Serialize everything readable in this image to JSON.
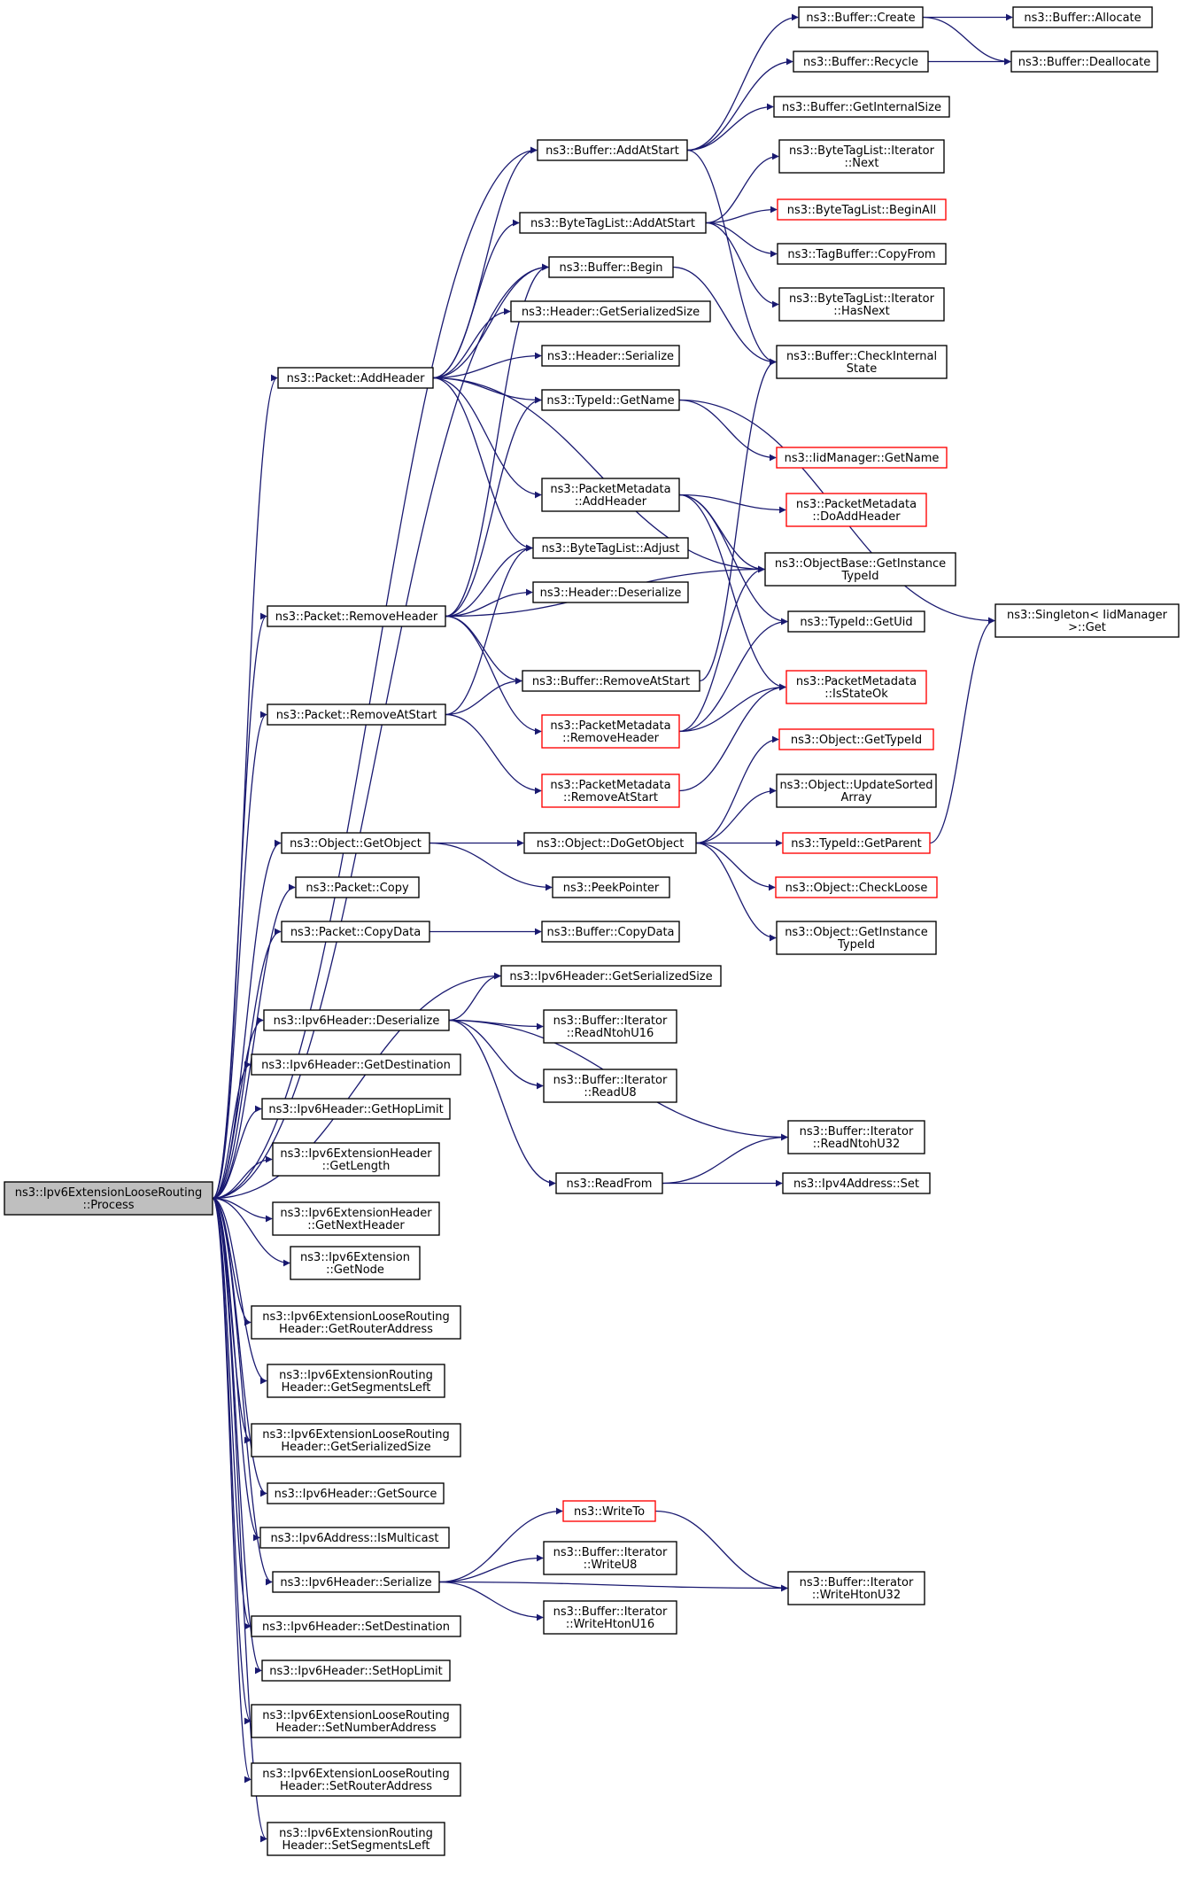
{
  "colors": {
    "edge": "#191970",
    "node_border": "#000000",
    "node_fill": "#ffffff",
    "root_fill": "#bfbfbf",
    "truncated_border": "#ff0000",
    "text": "#000000"
  },
  "root": "root",
  "nodes": [
    {
      "id": "root",
      "lines": [
        "ns3::Ipv6ExtensionLooseRouting",
        "::Process"
      ],
      "style": "root"
    },
    {
      "id": "buffer_create",
      "lines": [
        "ns3::Buffer::Create"
      ],
      "style": "normal"
    },
    {
      "id": "buffer_allocate",
      "lines": [
        "ns3::Buffer::Allocate"
      ],
      "style": "normal"
    },
    {
      "id": "buffer_recycle",
      "lines": [
        "ns3::Buffer::Recycle"
      ],
      "style": "normal"
    },
    {
      "id": "buffer_deallocate",
      "lines": [
        "ns3::Buffer::Deallocate"
      ],
      "style": "normal"
    },
    {
      "id": "buffer_getinternalsize",
      "lines": [
        "ns3::Buffer::GetInternalSize"
      ],
      "style": "normal"
    },
    {
      "id": "buffer_addatstart",
      "lines": [
        "ns3::Buffer::AddAtStart"
      ],
      "style": "normal"
    },
    {
      "id": "btl_iter_next",
      "lines": [
        "ns3::ByteTagList::Iterator",
        "::Next"
      ],
      "style": "normal"
    },
    {
      "id": "btl_beginall",
      "lines": [
        "ns3::ByteTagList::BeginAll"
      ],
      "style": "truncated"
    },
    {
      "id": "btl_addatstart",
      "lines": [
        "ns3::ByteTagList::AddAtStart"
      ],
      "style": "normal"
    },
    {
      "id": "tagbuffer_copyfrom",
      "lines": [
        "ns3::TagBuffer::CopyFrom"
      ],
      "style": "normal"
    },
    {
      "id": "buffer_begin",
      "lines": [
        "ns3::Buffer::Begin"
      ],
      "style": "normal"
    },
    {
      "id": "btl_iter_hasnext",
      "lines": [
        "ns3::ByteTagList::Iterator",
        "::HasNext"
      ],
      "style": "normal"
    },
    {
      "id": "header_getserializedsize",
      "lines": [
        "ns3::Header::GetSerializedSize"
      ],
      "style": "normal"
    },
    {
      "id": "buffer_checkinternalstate",
      "lines": [
        "ns3::Buffer::CheckInternal",
        "State"
      ],
      "style": "normal"
    },
    {
      "id": "header_serialize",
      "lines": [
        "ns3::Header::Serialize"
      ],
      "style": "normal"
    },
    {
      "id": "packet_addheader",
      "lines": [
        "ns3::Packet::AddHeader"
      ],
      "style": "normal"
    },
    {
      "id": "typeid_getname",
      "lines": [
        "ns3::TypeId::GetName"
      ],
      "style": "normal"
    },
    {
      "id": "iidmanager_getname",
      "lines": [
        "ns3::IidManager::GetName"
      ],
      "style": "truncated"
    },
    {
      "id": "pm_addheader",
      "lines": [
        "ns3::PacketMetadata",
        "::AddHeader"
      ],
      "style": "normal"
    },
    {
      "id": "pm_doaddheader",
      "lines": [
        "ns3::PacketMetadata",
        "::DoAddHeader"
      ],
      "style": "truncated"
    },
    {
      "id": "btl_adjust",
      "lines": [
        "ns3::ByteTagList::Adjust"
      ],
      "style": "normal"
    },
    {
      "id": "objectbase_getinstancetypeid",
      "lines": [
        "ns3::ObjectBase::GetInstance",
        "TypeId"
      ],
      "style": "normal"
    },
    {
      "id": "header_deserialize",
      "lines": [
        "ns3::Header::Deserialize"
      ],
      "style": "normal"
    },
    {
      "id": "packet_removeheader",
      "lines": [
        "ns3::Packet::RemoveHeader"
      ],
      "style": "normal"
    },
    {
      "id": "typeid_getuid",
      "lines": [
        "ns3::TypeId::GetUid"
      ],
      "style": "normal"
    },
    {
      "id": "singleton_get",
      "lines": [
        "ns3::Singleton< IidManager",
        ">::Get"
      ],
      "style": "normal"
    },
    {
      "id": "buffer_removeatstart",
      "lines": [
        "ns3::Buffer::RemoveAtStart"
      ],
      "style": "normal"
    },
    {
      "id": "pm_isstateok",
      "lines": [
        "ns3::PacketMetadata",
        "::IsStateOk"
      ],
      "style": "truncated"
    },
    {
      "id": "packet_removeatstart",
      "lines": [
        "ns3::Packet::RemoveAtStart"
      ],
      "style": "normal"
    },
    {
      "id": "pm_removeheader",
      "lines": [
        "ns3::PacketMetadata",
        "::RemoveHeader"
      ],
      "style": "truncated"
    },
    {
      "id": "object_gettypeid",
      "lines": [
        "ns3::Object::GetTypeId"
      ],
      "style": "truncated"
    },
    {
      "id": "pm_removeatstart",
      "lines": [
        "ns3::PacketMetadata",
        "::RemoveAtStart"
      ],
      "style": "truncated"
    },
    {
      "id": "object_updatesortedarray",
      "lines": [
        "ns3::Object::UpdateSorted",
        "Array"
      ],
      "style": "normal"
    },
    {
      "id": "object_getobject",
      "lines": [
        "ns3::Object::GetObject"
      ],
      "style": "normal"
    },
    {
      "id": "object_dogetobject",
      "lines": [
        "ns3::Object::DoGetObject"
      ],
      "style": "normal"
    },
    {
      "id": "typeid_getparent",
      "lines": [
        "ns3::TypeId::GetParent"
      ],
      "style": "truncated"
    },
    {
      "id": "packet_copy",
      "lines": [
        "ns3::Packet::Copy"
      ],
      "style": "normal"
    },
    {
      "id": "peekpointer",
      "lines": [
        "ns3::PeekPointer"
      ],
      "style": "normal"
    },
    {
      "id": "object_checkloose",
      "lines": [
        "ns3::Object::CheckLoose"
      ],
      "style": "truncated"
    },
    {
      "id": "object_getinstancetypeid",
      "lines": [
        "ns3::Object::GetInstance",
        "TypeId"
      ],
      "style": "normal"
    },
    {
      "id": "packet_copydata",
      "lines": [
        "ns3::Packet::CopyData"
      ],
      "style": "normal"
    },
    {
      "id": "buffer_copydata",
      "lines": [
        "ns3::Buffer::CopyData"
      ],
      "style": "normal"
    },
    {
      "id": "ipv6header_getserializedsize",
      "lines": [
        "ns3::Ipv6Header::GetSerializedSize"
      ],
      "style": "normal"
    },
    {
      "id": "ipv6header_deserialize",
      "lines": [
        "ns3::Ipv6Header::Deserialize"
      ],
      "style": "normal"
    },
    {
      "id": "buf_iter_readntohu16",
      "lines": [
        "ns3::Buffer::Iterator",
        "::ReadNtohU16"
      ],
      "style": "normal"
    },
    {
      "id": "ipv6header_getdestination",
      "lines": [
        "ns3::Ipv6Header::GetDestination"
      ],
      "style": "normal"
    },
    {
      "id": "buf_iter_readu8",
      "lines": [
        "ns3::Buffer::Iterator",
        "::ReadU8"
      ],
      "style": "normal"
    },
    {
      "id": "ipv6header_gethoplimit",
      "lines": [
        "ns3::Ipv6Header::GetHopLimit"
      ],
      "style": "normal"
    },
    {
      "id": "buf_iter_readntohu32",
      "lines": [
        "ns3::Buffer::Iterator",
        "::ReadNtohU32"
      ],
      "style": "normal"
    },
    {
      "id": "ipv6exthdr_getlength",
      "lines": [
        "ns3::Ipv6ExtensionHeader",
        "::GetLength"
      ],
      "style": "normal"
    },
    {
      "id": "readfrom",
      "lines": [
        "ns3::ReadFrom"
      ],
      "style": "normal"
    },
    {
      "id": "ipv4address_set",
      "lines": [
        "ns3::Ipv4Address::Set"
      ],
      "style": "normal"
    },
    {
      "id": "ipv6exthdr_getnextheader",
      "lines": [
        "ns3::Ipv6ExtensionHeader",
        "::GetNextHeader"
      ],
      "style": "normal"
    },
    {
      "id": "ipv6ext_getnode",
      "lines": [
        "ns3::Ipv6Extension",
        "::GetNode"
      ],
      "style": "normal"
    },
    {
      "id": "lrh_getrouteraddress",
      "lines": [
        "ns3::Ipv6ExtensionLooseRouting",
        "Header::GetRouterAddress"
      ],
      "style": "normal"
    },
    {
      "id": "rh_getsegmentsleft",
      "lines": [
        "ns3::Ipv6ExtensionRouting",
        "Header::GetSegmentsLeft"
      ],
      "style": "normal"
    },
    {
      "id": "lrh_getserializedsize",
      "lines": [
        "ns3::Ipv6ExtensionLooseRouting",
        "Header::GetSerializedSize"
      ],
      "style": "normal"
    },
    {
      "id": "ipv6header_getsource",
      "lines": [
        "ns3::Ipv6Header::GetSource"
      ],
      "style": "normal"
    },
    {
      "id": "ipv6address_ismulticast",
      "lines": [
        "ns3::Ipv6Address::IsMulticast"
      ],
      "style": "normal"
    },
    {
      "id": "writeto",
      "lines": [
        "ns3::WriteTo"
      ],
      "style": "truncated"
    },
    {
      "id": "buf_iter_writeu8",
      "lines": [
        "ns3::Buffer::Iterator",
        "::WriteU8"
      ],
      "style": "normal"
    },
    {
      "id": "buf_iter_writehtonu32",
      "lines": [
        "ns3::Buffer::Iterator",
        "::WriteHtonU32"
      ],
      "style": "normal"
    },
    {
      "id": "ipv6header_serialize",
      "lines": [
        "ns3::Ipv6Header::Serialize"
      ],
      "style": "normal"
    },
    {
      "id": "buf_iter_writehtonu16",
      "lines": [
        "ns3::Buffer::Iterator",
        "::WriteHtonU16"
      ],
      "style": "normal"
    },
    {
      "id": "ipv6header_setdestination",
      "lines": [
        "ns3::Ipv6Header::SetDestination"
      ],
      "style": "normal"
    },
    {
      "id": "ipv6header_sethoplimit",
      "lines": [
        "ns3::Ipv6Header::SetHopLimit"
      ],
      "style": "normal"
    },
    {
      "id": "lrh_setnumberaddress",
      "lines": [
        "ns3::Ipv6ExtensionLooseRouting",
        "Header::SetNumberAddress"
      ],
      "style": "normal"
    },
    {
      "id": "lrh_setrouteraddress",
      "lines": [
        "ns3::Ipv6ExtensionLooseRouting",
        "Header::SetRouterAddress"
      ],
      "style": "normal"
    },
    {
      "id": "rh_setsegmentsleft",
      "lines": [
        "ns3::Ipv6ExtensionRouting",
        "Header::SetSegmentsLeft"
      ],
      "style": "normal"
    }
  ],
  "edges": [
    [
      "root",
      "buffer_addatstart"
    ],
    [
      "root",
      "buffer_begin"
    ],
    [
      "root",
      "packet_addheader"
    ],
    [
      "root",
      "packet_removeheader"
    ],
    [
      "root",
      "packet_removeatstart"
    ],
    [
      "root",
      "object_getobject"
    ],
    [
      "root",
      "packet_copy"
    ],
    [
      "root",
      "packet_copydata"
    ],
    [
      "root",
      "ipv6header_getserializedsize"
    ],
    [
      "root",
      "ipv6header_deserialize"
    ],
    [
      "root",
      "ipv6header_getdestination"
    ],
    [
      "root",
      "ipv6header_gethoplimit"
    ],
    [
      "root",
      "ipv6exthdr_getlength"
    ],
    [
      "root",
      "ipv6exthdr_getnextheader"
    ],
    [
      "root",
      "ipv6ext_getnode"
    ],
    [
      "root",
      "lrh_getrouteraddress"
    ],
    [
      "root",
      "rh_getsegmentsleft"
    ],
    [
      "root",
      "lrh_getserializedsize"
    ],
    [
      "root",
      "ipv6header_getsource"
    ],
    [
      "root",
      "ipv6address_ismulticast"
    ],
    [
      "root",
      "ipv6header_serialize"
    ],
    [
      "root",
      "ipv6header_setdestination"
    ],
    [
      "root",
      "ipv6header_sethoplimit"
    ],
    [
      "root",
      "lrh_setnumberaddress"
    ],
    [
      "root",
      "lrh_setrouteraddress"
    ],
    [
      "root",
      "rh_setsegmentsleft"
    ],
    [
      "buffer_create",
      "buffer_allocate"
    ],
    [
      "buffer_create",
      "buffer_deallocate"
    ],
    [
      "buffer_recycle",
      "buffer_deallocate"
    ],
    [
      "buffer_addatstart",
      "buffer_create"
    ],
    [
      "buffer_addatstart",
      "buffer_recycle"
    ],
    [
      "buffer_addatstart",
      "buffer_getinternalsize"
    ],
    [
      "buffer_addatstart",
      "buffer_checkinternalstate"
    ],
    [
      "btl_addatstart",
      "btl_iter_next"
    ],
    [
      "btl_addatstart",
      "btl_beginall"
    ],
    [
      "btl_addatstart",
      "tagbuffer_copyfrom"
    ],
    [
      "btl_addatstart",
      "btl_iter_hasnext"
    ],
    [
      "buffer_begin",
      "buffer_checkinternalstate"
    ],
    [
      "packet_addheader",
      "buffer_addatstart"
    ],
    [
      "packet_addheader",
      "btl_addatstart"
    ],
    [
      "packet_addheader",
      "buffer_begin"
    ],
    [
      "packet_addheader",
      "header_getserializedsize"
    ],
    [
      "packet_addheader",
      "header_serialize"
    ],
    [
      "packet_addheader",
      "typeid_getname"
    ],
    [
      "packet_addheader",
      "pm_addheader"
    ],
    [
      "packet_addheader",
      "btl_adjust"
    ],
    [
      "packet_addheader",
      "objectbase_getinstancetypeid"
    ],
    [
      "typeid_getname",
      "iidmanager_getname"
    ],
    [
      "typeid_getname",
      "singleton_get"
    ],
    [
      "pm_addheader",
      "pm_doaddheader"
    ],
    [
      "pm_addheader",
      "objectbase_getinstancetypeid"
    ],
    [
      "pm_addheader",
      "typeid_getuid"
    ],
    [
      "pm_addheader",
      "pm_isstateok"
    ],
    [
      "packet_removeheader",
      "buffer_begin"
    ],
    [
      "packet_removeheader",
      "typeid_getname"
    ],
    [
      "packet_removeheader",
      "btl_adjust"
    ],
    [
      "packet_removeheader",
      "header_deserialize"
    ],
    [
      "packet_removeheader",
      "objectbase_getinstancetypeid"
    ],
    [
      "packet_removeheader",
      "buffer_removeatstart"
    ],
    [
      "packet_removeheader",
      "pm_removeheader"
    ],
    [
      "buffer_removeatstart",
      "buffer_checkinternalstate"
    ],
    [
      "packet_removeatstart",
      "btl_adjust"
    ],
    [
      "packet_removeatstart",
      "buffer_removeatstart"
    ],
    [
      "packet_removeatstart",
      "pm_removeatstart"
    ],
    [
      "pm_removeheader",
      "objectbase_getinstancetypeid"
    ],
    [
      "pm_removeheader",
      "typeid_getuid"
    ],
    [
      "pm_removeheader",
      "pm_isstateok"
    ],
    [
      "pm_removeatstart",
      "pm_isstateok"
    ],
    [
      "object_getobject",
      "object_dogetobject"
    ],
    [
      "object_getobject",
      "peekpointer"
    ],
    [
      "object_dogetobject",
      "object_gettypeid"
    ],
    [
      "object_dogetobject",
      "object_updatesortedarray"
    ],
    [
      "object_dogetobject",
      "typeid_getparent"
    ],
    [
      "object_dogetobject",
      "object_checkloose"
    ],
    [
      "object_dogetobject",
      "object_getinstancetypeid"
    ],
    [
      "typeid_getparent",
      "singleton_get"
    ],
    [
      "packet_copydata",
      "buffer_copydata"
    ],
    [
      "ipv6header_deserialize",
      "ipv6header_getserializedsize"
    ],
    [
      "ipv6header_deserialize",
      "buf_iter_readntohu16"
    ],
    [
      "ipv6header_deserialize",
      "buf_iter_readu8"
    ],
    [
      "ipv6header_deserialize",
      "buf_iter_readntohu32"
    ],
    [
      "ipv6header_deserialize",
      "readfrom"
    ],
    [
      "readfrom",
      "buf_iter_readntohu32"
    ],
    [
      "readfrom",
      "ipv4address_set"
    ],
    [
      "ipv6header_serialize",
      "writeto"
    ],
    [
      "ipv6header_serialize",
      "buf_iter_writeu8"
    ],
    [
      "ipv6header_serialize",
      "buf_iter_writehtonu16"
    ],
    [
      "ipv6header_serialize",
      "buf_iter_writehtonu32"
    ],
    [
      "writeto",
      "buf_iter_writehtonu32"
    ]
  ]
}
